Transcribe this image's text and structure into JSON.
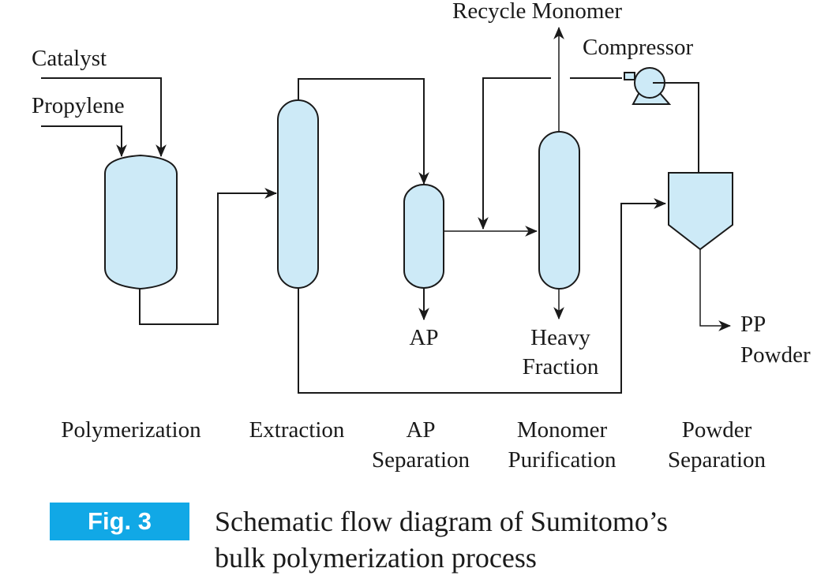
{
  "figure": {
    "number_label": "Fig. 3",
    "caption_line1": "Schematic flow diagram of Sumitomo’s",
    "caption_line2": "bulk polymerization process",
    "badge_color": "#11a8e6",
    "vessel_fill": "#cdeaf7"
  },
  "streams": {
    "catalyst": "Catalyst",
    "propylene": "Propylene",
    "recycle_monomer": "Recycle Monomer",
    "compressor": "Compressor",
    "ap": "AP",
    "heavy_line1": "Heavy",
    "heavy_line2": "Fraction",
    "pp_line1": "PP",
    "pp_line2": "Powder"
  },
  "stages": [
    {
      "line1": "Polymerization",
      "line2": ""
    },
    {
      "line1": "Extraction",
      "line2": ""
    },
    {
      "line1": "AP",
      "line2": "Separation"
    },
    {
      "line1": "Monomer",
      "line2": "Purification"
    },
    {
      "line1": "Powder",
      "line2": "Separation"
    }
  ]
}
